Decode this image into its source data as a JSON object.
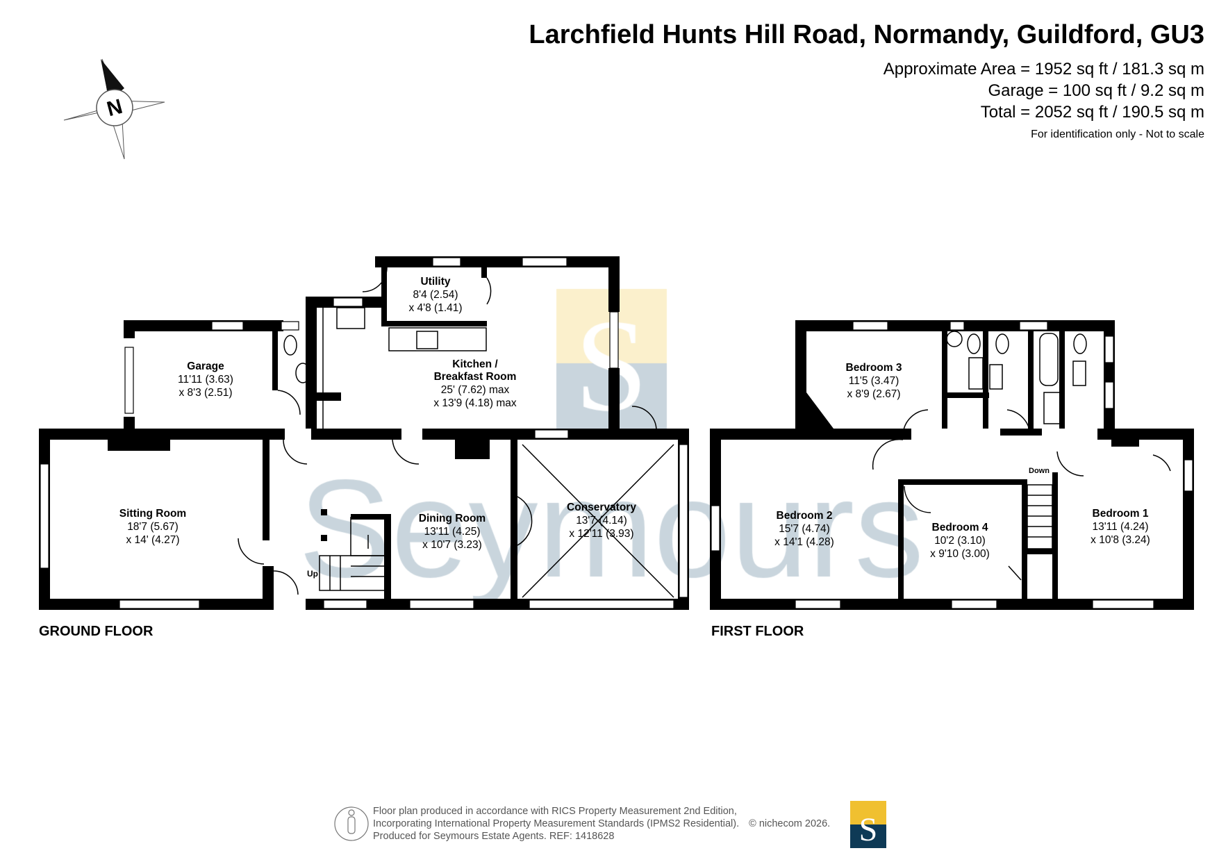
{
  "header": {
    "title": "Larchfield Hunts Hill Road, Normandy, Guildford, GU3",
    "area_lines": [
      "Approximate Area = 1952 sq ft / 181.3 sq m",
      "Garage = 100 sq ft / 9.2 sq m",
      "Total = 2052 sq ft / 190.5 sq m"
    ],
    "disclaimer": "For identification only - Not to scale"
  },
  "compass": {
    "label": "N",
    "icon": "compass-rose-icon"
  },
  "watermark": {
    "text": "Seymours",
    "logo_letter": "S"
  },
  "ground_floor": {
    "label": "GROUND FLOOR",
    "stairs_label": "Up",
    "rooms": [
      {
        "name": "Sitting Room",
        "dim1": "18'7 (5.67)",
        "dim2": "x 14' (4.27)"
      },
      {
        "name": "Garage",
        "dim1": "11'11 (3.63)",
        "dim2": "x 8'3 (2.51)"
      },
      {
        "name": "Utility",
        "dim1": "8'4 (2.54)",
        "dim2": "x 4'8 (1.41)"
      },
      {
        "name": "Kitchen /",
        "name2": "Breakfast Room",
        "dim1": "25' (7.62) max",
        "dim2": "x 13'9 (4.18) max"
      },
      {
        "name": "Dining Room",
        "dim1": "13'11 (4.25)",
        "dim2": "x 10'7 (3.23)"
      },
      {
        "name": "Conservatory",
        "dim1": "13'7 (4.14)",
        "dim2": "x 12'11 (3.93)"
      }
    ]
  },
  "first_floor": {
    "label": "FIRST FLOOR",
    "stairs_label": "Down",
    "rooms": [
      {
        "name": "Bedroom 3",
        "dim1": "11'5 (3.47)",
        "dim2": "x 8'9 (2.67)"
      },
      {
        "name": "Bedroom 2",
        "dim1": "15'7 (4.74)",
        "dim2": "x 14'1 (4.28)"
      },
      {
        "name": "Bedroom 4",
        "dim1": "10'2 (3.10)",
        "dim2": "x 9'10 (3.00)"
      },
      {
        "name": "Bedroom 1",
        "dim1": "13'11 (4.24)",
        "dim2": "x 10'8 (3.24)"
      }
    ]
  },
  "footer": {
    "lines": [
      "Floor plan produced in accordance with RICS Property Measurement 2nd Edition,",
      "Incorporating International Property Measurement Standards (IPMS2 Residential).",
      "Produced for Seymours Estate Agents.   REF: 1418628"
    ],
    "copyright": "© nichecom 2026.",
    "logo_letter": "S"
  },
  "colors": {
    "logo_yellow": "#f0c030",
    "logo_navy": "#0e3a56",
    "watermark": "#c9d5dd",
    "watermark_yellow": "#fbf0cc"
  }
}
